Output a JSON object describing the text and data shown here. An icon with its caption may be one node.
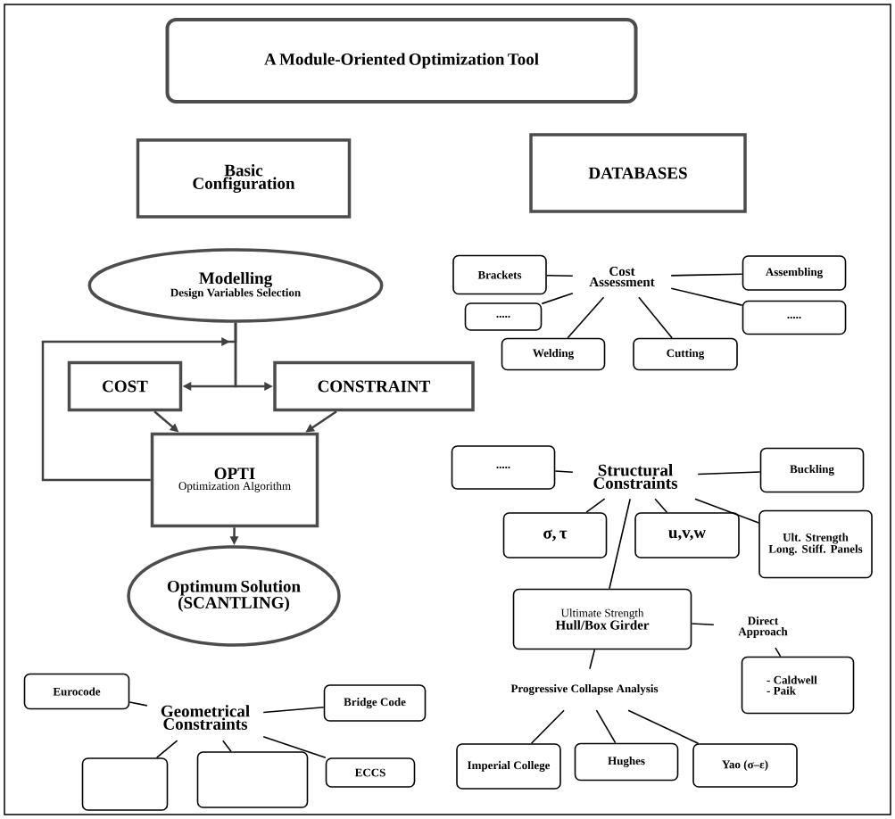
{
  "diagram": {
    "nodes": [
      {
        "text": [
          "A Module-Oriented Optimization Tool"
        ]
      },
      {
        "text": [
          "Basic Configuration"
        ]
      },
      {
        "text": [
          "DATABASES"
        ]
      },
      {
        "text": [
          "Modelling",
          "Design Variables Selection"
        ]
      },
      {
        "text": [
          "COST"
        ]
      },
      {
        "text": [
          "CONSTRAINT"
        ]
      },
      {
        "text": [
          "OPTI",
          "Optimization Algorithm"
        ]
      },
      {
        "text": [
          "Optimum Solution (SCANTLING)"
        ]
      },
      {
        "text": [
          "Cost Assessment"
        ]
      },
      {
        "text": [
          "Brackets"
        ]
      },
      {
        "text": [
          "Assembling"
        ]
      },
      {
        "text": [
          "....."
        ]
      },
      {
        "text": [
          "....."
        ]
      },
      {
        "text": [
          "Welding"
        ]
      },
      {
        "text": [
          "Cutting"
        ]
      },
      {
        "text": [
          "Structural Constraints"
        ]
      },
      {
        "text": [
          "....."
        ]
      },
      {
        "text": [
          "Buckling"
        ]
      },
      {
        "text": [
          "σ, τ"
        ]
      },
      {
        "text": [
          "u,v,w"
        ]
      },
      {
        "text": [
          "Ult. Strength Long. Stiff. Panels"
        ]
      },
      {
        "text": [
          "Ultimate Strength",
          "Hull/Box Girder"
        ]
      },
      {
        "text": [
          "Direct Approach"
        ]
      },
      {
        "text": [
          "- Caldwell",
          "- Paik"
        ]
      },
      {
        "text": [
          "Progressive Collapse Analysis"
        ]
      },
      {
        "text": [
          "Imperial College"
        ]
      },
      {
        "text": [
          "Hughes"
        ]
      },
      {
        "text": [
          "Yao (σ–ε)"
        ]
      },
      {
        "text": [
          "Geometrical Constraints"
        ]
      },
      {
        "text": [
          "Eurocode"
        ]
      },
      {
        "text": [
          "Bridge Code"
        ]
      },
      {
        "text": [],
        "shape": "box"
      },
      {
        "text": [],
        "shape": "box"
      },
      {
        "text": [
          "ECCS"
        ]
      }
    ],
    "edges": [
      {
        "from": 3,
        "to": 4,
        "arrow": "to"
      },
      {
        "from": 3,
        "to": 5,
        "arrow": "to"
      },
      {
        "from": 6,
        "to": 3,
        "arrow": "to"
      },
      {
        "from": 4,
        "to": 6,
        "arrow": "to"
      },
      {
        "from": 5,
        "to": 6,
        "arrow": "to"
      },
      {
        "from": 6,
        "to": 7,
        "arrow": "to"
      },
      {
        "from": 8,
        "to": 9,
        "arrow": "none"
      },
      {
        "from": 8,
        "to": 10,
        "arrow": "none"
      },
      {
        "from": 8,
        "to": 11,
        "arrow": "none"
      },
      {
        "from": 8,
        "to": 12,
        "arrow": "none"
      },
      {
        "from": 8,
        "to": 13,
        "arrow": "none"
      },
      {
        "from": 8,
        "to": 14,
        "arrow": "none"
      },
      {
        "from": 15,
        "to": 16,
        "arrow": "none"
      },
      {
        "from": 15,
        "to": 17,
        "arrow": "none"
      },
      {
        "from": 15,
        "to": 18,
        "arrow": "none"
      },
      {
        "from": 15,
        "to": 19,
        "arrow": "none"
      },
      {
        "from": 15,
        "to": 20,
        "arrow": "none"
      },
      {
        "from": 15,
        "to": 21,
        "arrow": "none"
      },
      {
        "from": 21,
        "to": 22,
        "arrow": "none"
      },
      {
        "from": 22,
        "to": 23,
        "arrow": "none"
      },
      {
        "from": 21,
        "to": 24,
        "arrow": "none"
      },
      {
        "from": 24,
        "to": 25,
        "arrow": "none"
      },
      {
        "from": 24,
        "to": 26,
        "arrow": "none"
      },
      {
        "from": 24,
        "to": 27,
        "arrow": "none"
      },
      {
        "from": 28,
        "to": 29,
        "arrow": "none"
      },
      {
        "from": 28,
        "to": 30,
        "arrow": "none"
      },
      {
        "from": 28,
        "to": 31,
        "arrow": "none"
      },
      {
        "from": 28,
        "to": 32,
        "arrow": "none"
      },
      {
        "from": 28,
        "to": 33,
        "arrow": "none"
      }
    ]
  }
}
